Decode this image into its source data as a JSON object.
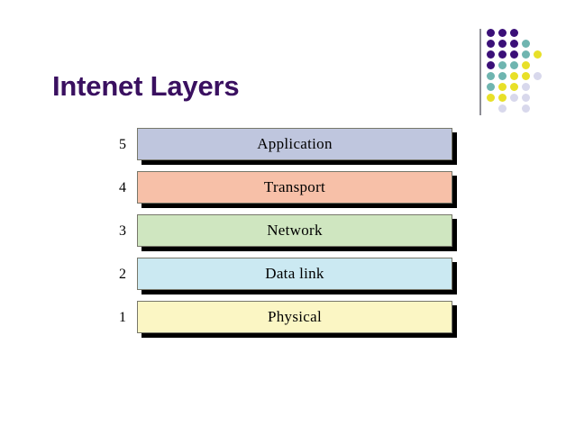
{
  "slide": {
    "title": "Intenet Layers",
    "title_color": "#3a1060",
    "background_color": "#ffffff"
  },
  "decoration": {
    "name": "dot-grid-motif",
    "rule_color": "#8d8d95",
    "palette": {
      "purple": "#3b1078",
      "teal": "#6fb5b0",
      "yellow": "#e8e028",
      "lavender": "#d8d8ec"
    },
    "dots": [
      {
        "row": 0,
        "col": 0,
        "color": "#3b1078"
      },
      {
        "row": 0,
        "col": 1,
        "color": "#3b1078"
      },
      {
        "row": 0,
        "col": 2,
        "color": "#3b1078"
      },
      {
        "row": 1,
        "col": 0,
        "color": "#3b1078"
      },
      {
        "row": 1,
        "col": 1,
        "color": "#3b1078"
      },
      {
        "row": 1,
        "col": 2,
        "color": "#3b1078"
      },
      {
        "row": 1,
        "col": 3,
        "color": "#6fb5b0"
      },
      {
        "row": 2,
        "col": 0,
        "color": "#3b1078"
      },
      {
        "row": 2,
        "col": 1,
        "color": "#3b1078"
      },
      {
        "row": 2,
        "col": 2,
        "color": "#3b1078"
      },
      {
        "row": 2,
        "col": 3,
        "color": "#6fb5b0"
      },
      {
        "row": 2,
        "col": 4,
        "color": "#e8e028"
      },
      {
        "row": 3,
        "col": 0,
        "color": "#3b1078"
      },
      {
        "row": 3,
        "col": 1,
        "color": "#6fb5b0"
      },
      {
        "row": 3,
        "col": 2,
        "color": "#6fb5b0"
      },
      {
        "row": 3,
        "col": 3,
        "color": "#e8e028"
      },
      {
        "row": 4,
        "col": 0,
        "color": "#6fb5b0"
      },
      {
        "row": 4,
        "col": 1,
        "color": "#6fb5b0"
      },
      {
        "row": 4,
        "col": 2,
        "color": "#e8e028"
      },
      {
        "row": 4,
        "col": 3,
        "color": "#e8e028"
      },
      {
        "row": 4,
        "col": 4,
        "color": "#d8d8ec"
      },
      {
        "row": 5,
        "col": 0,
        "color": "#6fb5b0"
      },
      {
        "row": 5,
        "col": 1,
        "color": "#e8e028"
      },
      {
        "row": 5,
        "col": 2,
        "color": "#e8e028"
      },
      {
        "row": 5,
        "col": 3,
        "color": "#d8d8ec"
      },
      {
        "row": 6,
        "col": 0,
        "color": "#e8e028"
      },
      {
        "row": 6,
        "col": 1,
        "color": "#e8e028"
      },
      {
        "row": 6,
        "col": 2,
        "color": "#d8d8ec"
      },
      {
        "row": 6,
        "col": 3,
        "color": "#d8d8ec"
      },
      {
        "row": 7,
        "col": 1,
        "color": "#d8d8ec"
      },
      {
        "row": 7,
        "col": 3,
        "color": "#d8d8ec"
      }
    ]
  },
  "layers": [
    {
      "number": "5",
      "label": "Application",
      "fill": "#bfc6de",
      "border": "#77776a"
    },
    {
      "number": "4",
      "label": "Transport",
      "fill": "#f7c0a8",
      "border": "#77776a"
    },
    {
      "number": "3",
      "label": "Network",
      "fill": "#cfe6c0",
      "border": "#77776a"
    },
    {
      "number": "2",
      "label": "Data link",
      "fill": "#cbe9f2",
      "border": "#77776a"
    },
    {
      "number": "1",
      "label": "Physical",
      "fill": "#fbf6c4",
      "border": "#77776a"
    }
  ]
}
